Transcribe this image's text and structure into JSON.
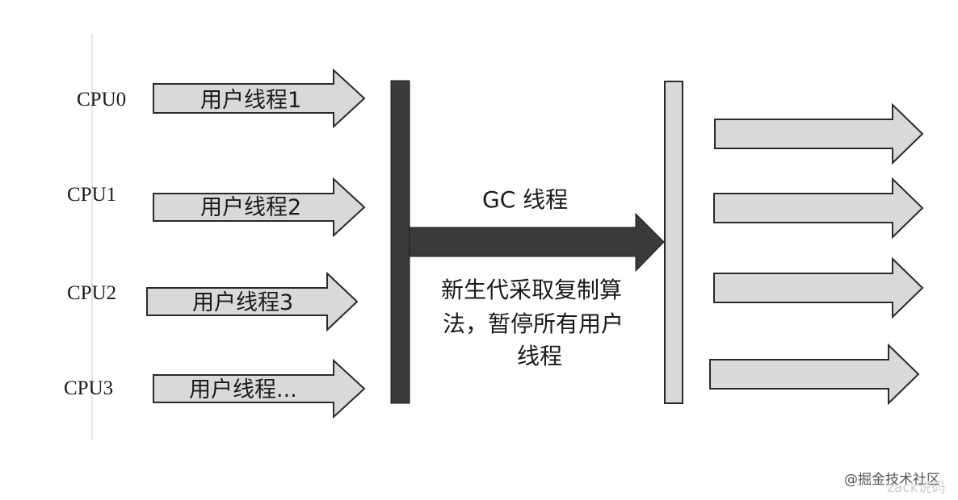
{
  "colors": {
    "arrow_fill": "#d9d9d9",
    "arrow_stroke": "#2a2a2a",
    "gc_bar": "#3a3a3a",
    "resume_bar": "#d9d9d9",
    "axis_line": "#e6e6e6"
  },
  "cpus": [
    {
      "cpu_label": "CPU0",
      "thread_label": "用户线程1"
    },
    {
      "cpu_label": "CPU1",
      "thread_label": "用户线程2"
    },
    {
      "cpu_label": "CPU2",
      "thread_label": "用户线程3"
    },
    {
      "cpu_label": "CPU3",
      "thread_label": "用户线程..."
    }
  ],
  "gc": {
    "label": "GC 线程",
    "description_lines": [
      "新生代采取复制算",
      "法，暂停所有用户",
      "线程"
    ]
  },
  "resumed_threads_count": 4,
  "watermark": {
    "text": "@掘金技术社区",
    "overlay": "zack说码"
  }
}
